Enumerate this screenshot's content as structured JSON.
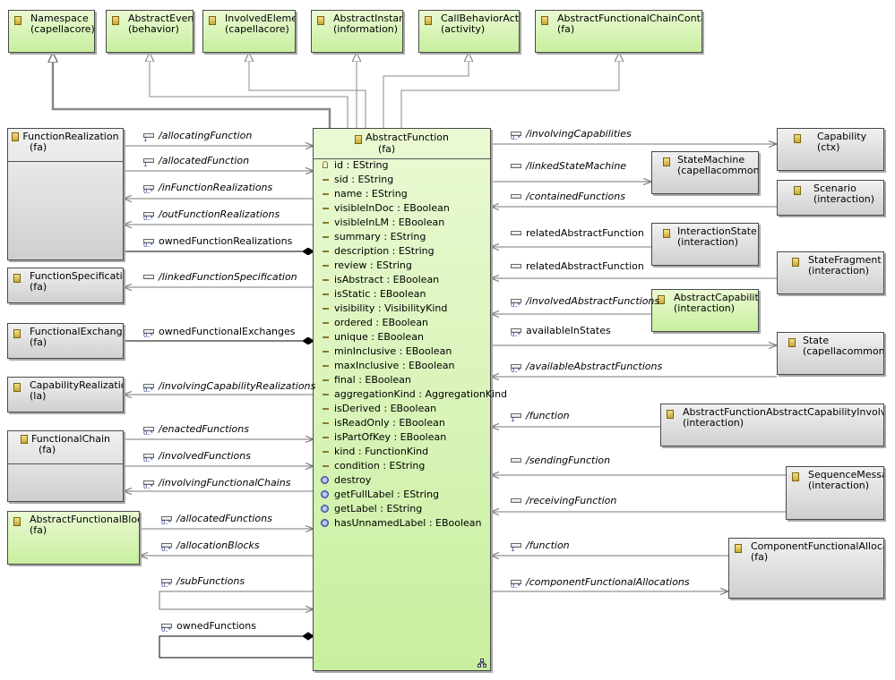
{
  "diagram": {
    "center": {
      "name": "AbstractFunction",
      "package": "(fa)",
      "attributes": [
        {
          "label": "id : EString",
          "kind": "key"
        },
        {
          "label": "sid : EString",
          "kind": "attr"
        },
        {
          "label": "name : EString",
          "kind": "attr"
        },
        {
          "label": "visibleInDoc : EBoolean",
          "kind": "attr"
        },
        {
          "label": "visibleInLM : EBoolean",
          "kind": "attr"
        },
        {
          "label": "summary : EString",
          "kind": "attr"
        },
        {
          "label": "description : EString",
          "kind": "attr"
        },
        {
          "label": "review : EString",
          "kind": "attr"
        },
        {
          "label": "isAbstract : EBoolean",
          "kind": "attr"
        },
        {
          "label": "isStatic : EBoolean",
          "kind": "attr"
        },
        {
          "label": "visibility : VisibilityKind",
          "kind": "attr"
        },
        {
          "label": "ordered : EBoolean",
          "kind": "attr"
        },
        {
          "label": "unique : EBoolean",
          "kind": "attr"
        },
        {
          "label": "minInclusive : EBoolean",
          "kind": "attr"
        },
        {
          "label": "maxInclusive : EBoolean",
          "kind": "attr"
        },
        {
          "label": "final : EBoolean",
          "kind": "attr"
        },
        {
          "label": "aggregationKind : AggregationKind",
          "kind": "attr"
        },
        {
          "label": "isDerived : EBoolean",
          "kind": "attr"
        },
        {
          "label": "isReadOnly : EBoolean",
          "kind": "attr"
        },
        {
          "label": "isPartOfKey : EBoolean",
          "kind": "attr"
        },
        {
          "label": "kind : FunctionKind",
          "kind": "attr"
        },
        {
          "label": "condition : EString",
          "kind": "attr"
        },
        {
          "label": "destroy",
          "kind": "op"
        },
        {
          "label": "getFullLabel : EString",
          "kind": "op"
        },
        {
          "label": "getLabel : EString",
          "kind": "op"
        },
        {
          "label": "hasUnnamedLabel : EBoolean",
          "kind": "op"
        }
      ]
    },
    "classes": [
      {
        "id": "namespace",
        "name": "Namespace",
        "package": "(capellacore)",
        "color": "green"
      },
      {
        "id": "abstract-event",
        "name": "AbstractEvent",
        "package": "(behavior)",
        "color": "green"
      },
      {
        "id": "involved-element",
        "name": "InvolvedElement",
        "package": "(capellacore)",
        "color": "green"
      },
      {
        "id": "abstract-instance",
        "name": "AbstractInstance",
        "package": "(information)",
        "color": "green"
      },
      {
        "id": "call-behavior-action",
        "name": "CallBehaviorAction",
        "package": "(activity)",
        "color": "green"
      },
      {
        "id": "abstract-functional-chain-container",
        "name": "AbstractFunctionalChainContainer",
        "package": "(fa)",
        "color": "green"
      },
      {
        "id": "function-realization",
        "name": "FunctionRealization",
        "package": "(fa)",
        "color": "grey"
      },
      {
        "id": "function-specification",
        "name": "FunctionSpecification",
        "package": "(fa)",
        "color": "grey"
      },
      {
        "id": "functional-exchange",
        "name": "FunctionalExchange",
        "package": "(fa)",
        "color": "grey"
      },
      {
        "id": "capability-realization",
        "name": "CapabilityRealization",
        "package": "(la)",
        "color": "grey"
      },
      {
        "id": "functional-chain",
        "name": "FunctionalChain",
        "package": "(fa)",
        "color": "grey"
      },
      {
        "id": "abstract-functional-block",
        "name": "AbstractFunctionalBlock",
        "package": "(fa)",
        "color": "green"
      },
      {
        "id": "capability",
        "name": "Capability",
        "package": "(ctx)",
        "color": "grey"
      },
      {
        "id": "state-machine",
        "name": "StateMachine",
        "package": "(capellacommon)",
        "color": "grey"
      },
      {
        "id": "scenario",
        "name": "Scenario",
        "package": "(interaction)",
        "color": "grey"
      },
      {
        "id": "interaction-state",
        "name": "InteractionState",
        "package": "(interaction)",
        "color": "grey"
      },
      {
        "id": "state-fragment",
        "name": "StateFragment",
        "package": "(interaction)",
        "color": "grey"
      },
      {
        "id": "abstract-capability",
        "name": "AbstractCapability",
        "package": "(interaction)",
        "color": "green"
      },
      {
        "id": "state",
        "name": "State",
        "package": "(capellacommon)",
        "color": "grey"
      },
      {
        "id": "abstract-function-abstract-capability-involvement",
        "name": "AbstractFunctionAbstractCapabilityInvolvement",
        "package": "(interaction)",
        "color": "grey"
      },
      {
        "id": "sequence-message",
        "name": "SequenceMessage",
        "package": "(interaction)",
        "color": "grey"
      },
      {
        "id": "component-functional-allocation",
        "name": "ComponentFunctionalAllocation",
        "package": "(fa)",
        "color": "grey"
      }
    ],
    "references": [
      {
        "id": "allocating-function",
        "label": "/allocatingFunction",
        "mult": "1",
        "derived": true
      },
      {
        "id": "allocated-function",
        "label": "/allocatedFunction",
        "mult": "1",
        "derived": true
      },
      {
        "id": "in-function-realizations",
        "label": "/inFunctionRealizations",
        "mult": "0..*",
        "derived": true
      },
      {
        "id": "out-function-realizations",
        "label": "/outFunctionRealizations",
        "mult": "0..*",
        "derived": true
      },
      {
        "id": "owned-function-realizations",
        "label": "ownedFunctionRealizations",
        "mult": "0..*",
        "derived": false
      },
      {
        "id": "linked-function-specification",
        "label": "/linkedFunctionSpecification",
        "mult": "",
        "derived": true
      },
      {
        "id": "owned-functional-exchanges",
        "label": "ownedFunctionalExchanges",
        "mult": "0..*",
        "derived": false
      },
      {
        "id": "involving-capability-realizations",
        "label": "/involvingCapabilityRealizations",
        "mult": "0..*",
        "derived": true
      },
      {
        "id": "enacted-functions",
        "label": "/enactedFunctions",
        "mult": "0..*",
        "derived": true
      },
      {
        "id": "involved-functions",
        "label": "/involvedFunctions",
        "mult": "0..*",
        "derived": true
      },
      {
        "id": "involving-functional-chains",
        "label": "/involvingFunctionalChains",
        "mult": "0..*",
        "derived": true
      },
      {
        "id": "allocated-functions",
        "label": "/allocatedFunctions",
        "mult": "0..*",
        "derived": true
      },
      {
        "id": "allocation-blocks",
        "label": "/allocationBlocks",
        "mult": "0..*",
        "derived": true
      },
      {
        "id": "sub-functions",
        "label": "/subFunctions",
        "mult": "0..*",
        "derived": true
      },
      {
        "id": "owned-functions",
        "label": "ownedFunctions",
        "mult": "0..*",
        "derived": false
      },
      {
        "id": "involving-capabilities",
        "label": "/involvingCapabilities",
        "mult": "0..*",
        "derived": true
      },
      {
        "id": "linked-state-machine",
        "label": "/linkedStateMachine",
        "mult": "",
        "derived": true
      },
      {
        "id": "contained-functions",
        "label": "/containedFunctions",
        "mult": "",
        "derived": true
      },
      {
        "id": "related-abstract-function-1",
        "label": "relatedAbstractFunction",
        "mult": "",
        "derived": false
      },
      {
        "id": "related-abstract-function-2",
        "label": "relatedAbstractFunction",
        "mult": "",
        "derived": false
      },
      {
        "id": "involved-abstract-functions",
        "label": "/involvedAbstractFunctions",
        "mult": "0..*",
        "derived": true
      },
      {
        "id": "available-in-states",
        "label": "availableInStates",
        "mult": "0..*",
        "derived": false
      },
      {
        "id": "available-abstract-functions",
        "label": "/availableAbstractFunctions",
        "mult": "0..*",
        "derived": true
      },
      {
        "id": "function-1",
        "label": "/function",
        "mult": "1",
        "derived": true
      },
      {
        "id": "sending-function",
        "label": "/sendingFunction",
        "mult": "",
        "derived": true
      },
      {
        "id": "receiving-function",
        "label": "/receivingFunction",
        "mult": "",
        "derived": true
      },
      {
        "id": "function-2",
        "label": "/function",
        "mult": "1",
        "derived": true
      },
      {
        "id": "component-functional-allocations",
        "label": "/componentFunctionalAllocations",
        "mult": "0..*",
        "derived": true
      }
    ]
  }
}
